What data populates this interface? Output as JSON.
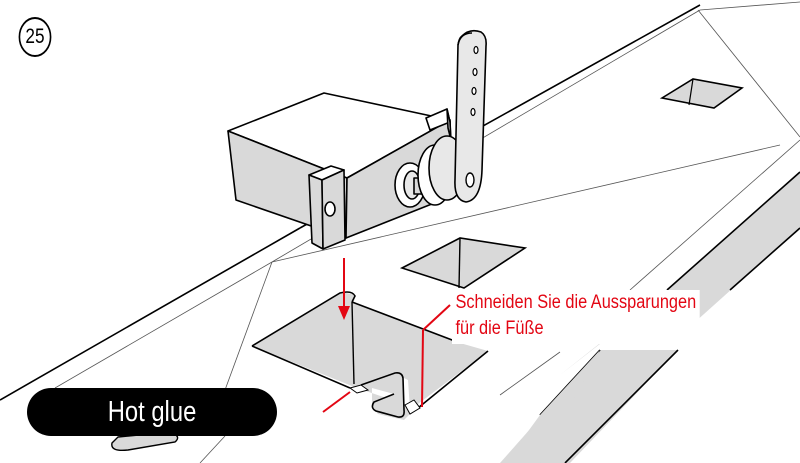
{
  "step": {
    "number": "25"
  },
  "callout": {
    "line1": "Schneiden Sie die Aussparungen",
    "line2": "für die Füße",
    "color": "#e30613"
  },
  "label": {
    "text": "Hot glue",
    "background": "#000000",
    "color": "#ffffff"
  },
  "illustration": {
    "subject": "servo with horn placed above wing cut-outs",
    "parts": [
      "servo-body",
      "servo-mounting-tab",
      "servo-horn",
      "servo-gear",
      "foot-cutout-large",
      "foot-cutout-small",
      "wing-slots"
    ],
    "fill_color": "#d9d9d9",
    "line_color": "#000000",
    "arrow_color": "#e30613"
  }
}
